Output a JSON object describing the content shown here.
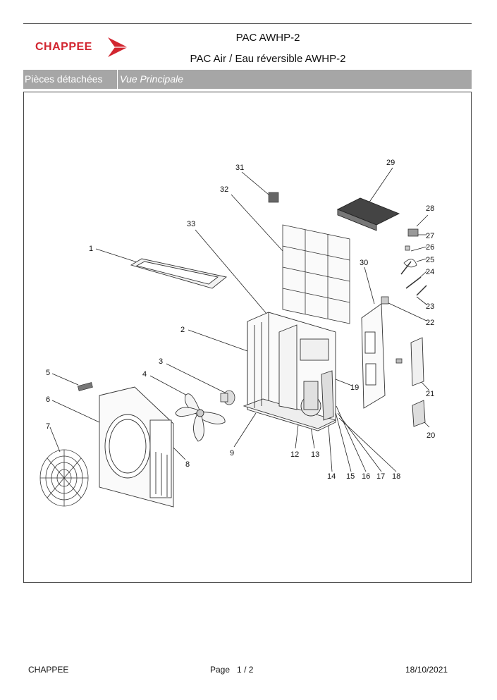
{
  "brand": {
    "name": "CHAPPEE",
    "color": "#d22630"
  },
  "document": {
    "title": "PAC AWHP-2",
    "subtitle": "PAC Air / Eau réversible AWHP-2"
  },
  "header_bar": {
    "section": "Pièces détachées",
    "view": "Vue Principale",
    "color": "#a6a6a6"
  },
  "diagram": {
    "callouts": [
      "1",
      "2",
      "3",
      "4",
      "5",
      "6",
      "7",
      "8",
      "9",
      "12",
      "13",
      "14",
      "15",
      "16",
      "17",
      "18",
      "19",
      "20",
      "21",
      "22",
      "23",
      "24",
      "25",
      "26",
      "27",
      "28",
      "29",
      "30",
      "31",
      "32",
      "33"
    ]
  },
  "footer": {
    "company": "CHAPPEE",
    "page_label": "Page",
    "page_current": "1",
    "page_separator": "/",
    "page_total": "2",
    "date": "18/10/2021"
  }
}
